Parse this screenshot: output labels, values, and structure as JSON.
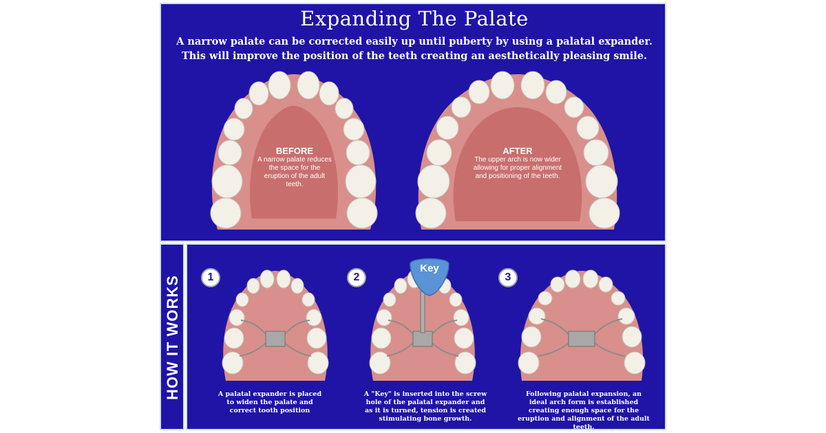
{
  "title": "Expanding The Palate",
  "intro": "A narrow palate can be corrected easily up until puberty by using a palatal expander. This will improve the position of the teeth creating an aesthetically pleasing smile.",
  "before": {
    "heading": "BEFORE",
    "text": "A narrow palate reduces the space for the eruption of the adult teeth."
  },
  "after": {
    "heading": "AFTER",
    "text": "The upper arch is now wider allowing for proper alignment and positioning of the teeth."
  },
  "side_label": "HOW IT WORKS",
  "steps": [
    {
      "number": "1",
      "caption": "A palatal expander is placed to widen the palate and correct tooth position"
    },
    {
      "number": "2",
      "caption": "A \"Key\" is inserted into the screw hole of the palatal expander and as it is turned, tension is created stimulating bone growth."
    },
    {
      "number": "3",
      "caption": "Following palatal expansion, an ideal arch form is established creating enough space for the eruption and alignment of the adult teeth."
    }
  ],
  "key_label": "Key",
  "colors": {
    "panel": "#1f14a6",
    "gum": "#d98f8b",
    "tooth": "#f3f0e8",
    "key": "#5a93d6"
  }
}
